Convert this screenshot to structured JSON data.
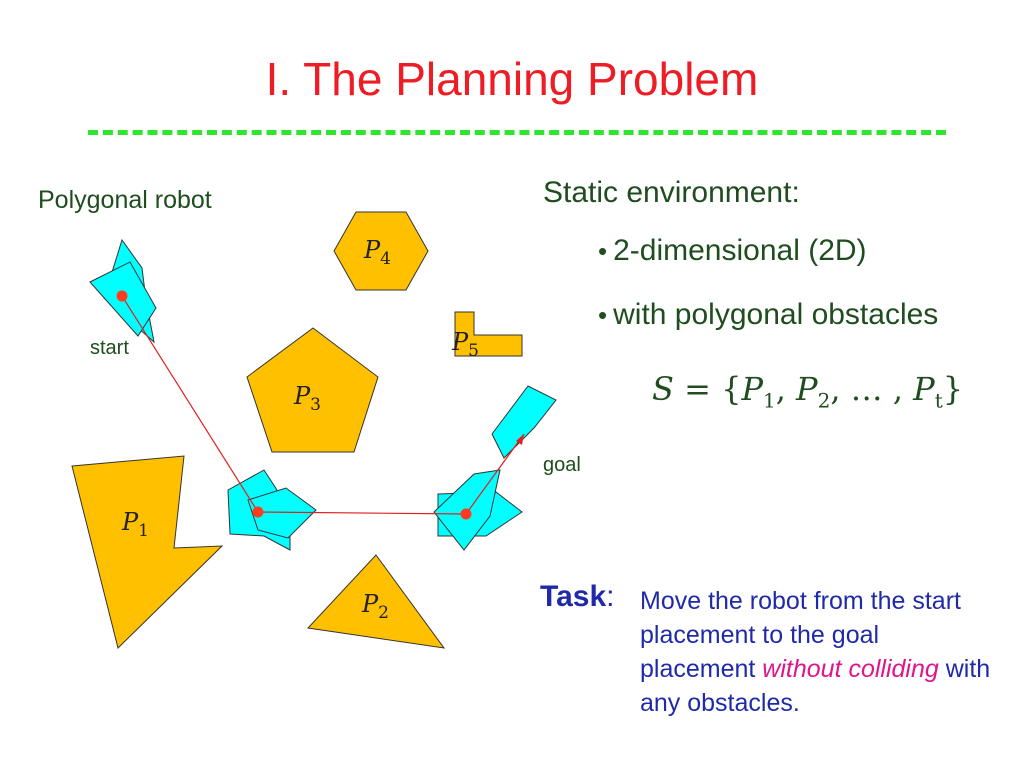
{
  "title": "I. The Planning Problem",
  "labels": {
    "robot": "Polygonal robot",
    "start": "start",
    "goal": "goal"
  },
  "environment": {
    "heading": "Static environment:",
    "bullets": [
      "2-dimensional (2D)",
      "with polygonal obstacles"
    ],
    "set_formula": {
      "lhs": "S",
      "eq": " = {",
      "p": "P",
      "s1": "1",
      "s2": "2",
      "dots": ", … , ",
      "st": "t",
      "close": "}"
    }
  },
  "task": {
    "label": "Task",
    "colon": ":",
    "text_before": "Move the robot from the start placement to the goal placement ",
    "emphasis": "without colliding",
    "text_after": " with any obstacles."
  },
  "obstacles": [
    {
      "id": "P1",
      "letter": "P",
      "sub": "1"
    },
    {
      "id": "P2",
      "letter": "P",
      "sub": "2"
    },
    {
      "id": "P3",
      "letter": "P",
      "sub": "3"
    },
    {
      "id": "P4",
      "letter": "P",
      "sub": "4"
    },
    {
      "id": "P5",
      "letter": "P",
      "sub": "5"
    }
  ],
  "colors": {
    "title": "#ee1c24",
    "rule": "#2ee62e",
    "obstacle_fill": "#ffc000",
    "robot_fill": "#00ffff",
    "path": "#e02020",
    "robot_ref_point": "#ff3b1f",
    "text_green": "#1f4d1f",
    "task_blue": "#1f2aa8",
    "emphasis": "#e0158a"
  }
}
